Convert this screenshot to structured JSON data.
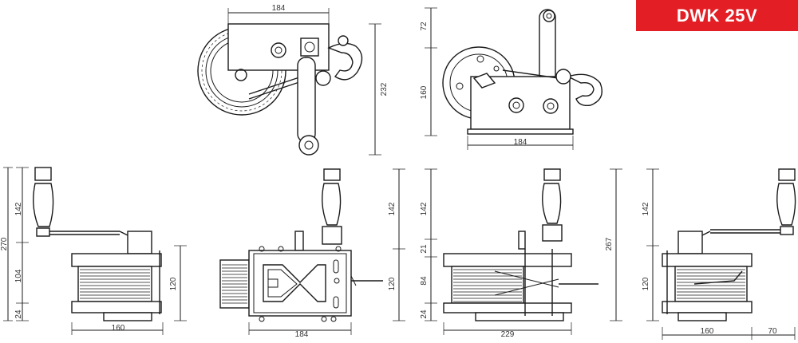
{
  "badge": {
    "label": "DWK 25V",
    "color": "#e31e24"
  },
  "dimensions": {
    "top_left": {
      "width": "184",
      "height": "232"
    },
    "top_right": {
      "width": "184",
      "top": "72",
      "height": "160"
    },
    "view1": {
      "total": "270",
      "handle": "142",
      "drum": "104",
      "base": "24",
      "height": "120",
      "width": "160"
    },
    "view2": {
      "height_a": "142",
      "height_b": "120",
      "width": "184"
    },
    "view3": {
      "handle": "142",
      "upper": "21",
      "drum": "84",
      "base": "24",
      "total": "267",
      "width": "229"
    },
    "view4": {
      "handle": "142",
      "height": "120",
      "width": "160",
      "offset": "70"
    }
  },
  "colors": {
    "line": "#1a1a1a",
    "dimension": "#333333"
  }
}
